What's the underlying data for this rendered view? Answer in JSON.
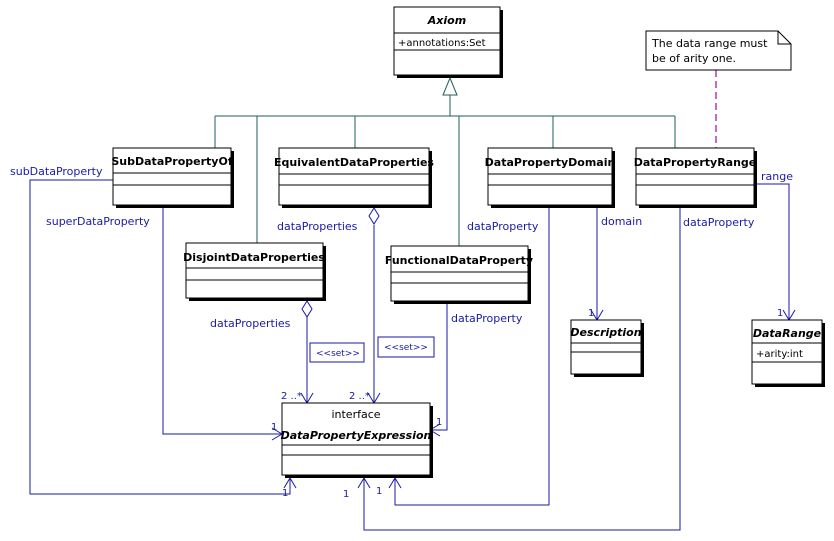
{
  "classes": {
    "axiom": {
      "name": "Axiom",
      "attr": "+annotations:Set"
    },
    "sub_data_property_of": {
      "name": "SubDataPropertyOf"
    },
    "equivalent_data_properties": {
      "name": "EquivalentDataProperties"
    },
    "data_property_domain": {
      "name": "DataPropertyDomain"
    },
    "data_property_range": {
      "name": "DataPropertyRange"
    },
    "disjoint_data_properties": {
      "name": "DisjointDataProperties"
    },
    "functional_data_property": {
      "name": "FunctionalDataProperty"
    },
    "description": {
      "name": "Description"
    },
    "data_range": {
      "name": "DataRange",
      "attr": "+arity:int"
    },
    "data_property_expression": {
      "stereotype": "interface",
      "name": "DataPropertyExpression"
    }
  },
  "note": {
    "line1": "The data range must",
    "line2": "be of arity one."
  },
  "roles": {
    "sub_data_property": "subDataProperty",
    "super_data_property": "superDataProperty",
    "data_properties_equiv": "dataProperties",
    "data_properties_disjoint": "dataProperties",
    "data_property_functional": "dataProperty",
    "data_property_domain": "dataProperty",
    "domain": "domain",
    "data_property_range": "dataProperty",
    "range": "range"
  },
  "stereotypes": {
    "set_disjoint": "<<set>>",
    "set_equiv": "<<set>>"
  },
  "multiplicities": {
    "disjoint_to_expr": "2 ..*",
    "equiv_to_expr": "2 ..*",
    "super_to_expr": "1",
    "functional_to_expr": "1",
    "sub_to_expr": "1",
    "domain_prop_to_expr": "1",
    "range_prop_to_expr": "1",
    "domain_to_description": "1",
    "range_to_datarange": "1"
  }
}
